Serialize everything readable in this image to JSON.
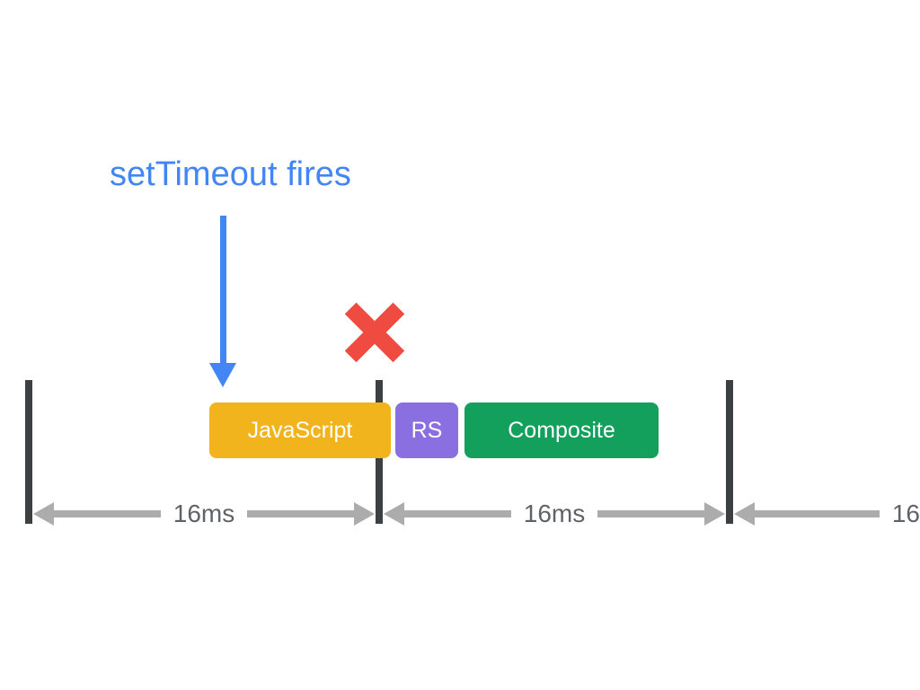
{
  "annotation": {
    "label": "setTimeout fires"
  },
  "icons": {
    "down_arrow": "down-arrow-icon",
    "dropped_frame": "x-mark-icon"
  },
  "frame_tasks": [
    {
      "label": "JavaScript",
      "color": "#F2B41C"
    },
    {
      "label": "RS",
      "color": "#8A6FE0"
    },
    {
      "label": "Composite",
      "color": "#12A05C"
    }
  ],
  "frame_spans": [
    {
      "label": "16ms"
    },
    {
      "label": "16ms"
    },
    {
      "label": "16"
    }
  ],
  "colors": {
    "annotation_blue": "#4285F4",
    "x_mark_red": "#EF4B40",
    "frame_boundary_dark": "#3C4043",
    "measure_arrow_gray": "#ACACAC",
    "span_label_gray": "#5F6368",
    "background": "#FFFFFF"
  }
}
